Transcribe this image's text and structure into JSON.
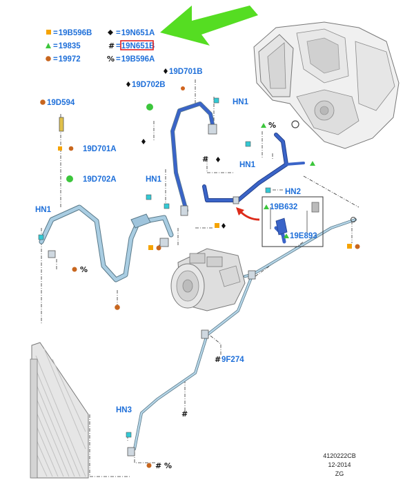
{
  "legend": [
    {
      "marker": "square",
      "code": "19B596B"
    },
    {
      "marker": "diamond",
      "code": "19N651A"
    },
    {
      "marker": "triangle",
      "code": "19835"
    },
    {
      "marker": "hash",
      "code": "19N651B"
    },
    {
      "marker": "circle",
      "code": "19972"
    },
    {
      "marker": "percent",
      "code": "19B596A"
    }
  ],
  "legend_separator": "=",
  "marker_colors": {
    "square": "#f5a300",
    "triangle": "#3cc63c",
    "circle": "#c8661e",
    "callout_arrow": "#55dd22",
    "pointer_arrow": "#dd2b1a",
    "highlight_box": "#e02020",
    "label_text": "#1e6fd9",
    "hose_light": "#9fc4dc",
    "hose_dark": "#3a64c8"
  },
  "parts": {
    "p19D701B": "19D701B",
    "p19D702B": "19D702B",
    "p19D594": "19D594",
    "p19D701A": "19D701A",
    "p19D702A": "19D702A",
    "p19B632": "19B632",
    "p19E893": "19E893",
    "p9F274": "9F274"
  },
  "clips": {
    "hn1_top": "HN1",
    "hn1_right": "HN1",
    "hn1_mid": "HN1",
    "hn1_left": "HN1",
    "hn2": "HN2",
    "hn3": "HN3"
  },
  "symbols": {
    "hash": "#",
    "percent": "%",
    "diamond": "♦",
    "hash_percent": "# %"
  },
  "footer": {
    "drawing_number": "4120222CB",
    "date": "12-2014",
    "initials": "ZG"
  },
  "icons": [
    "highlight-arrow-icon",
    "red-pointer-arrow-icon"
  ]
}
